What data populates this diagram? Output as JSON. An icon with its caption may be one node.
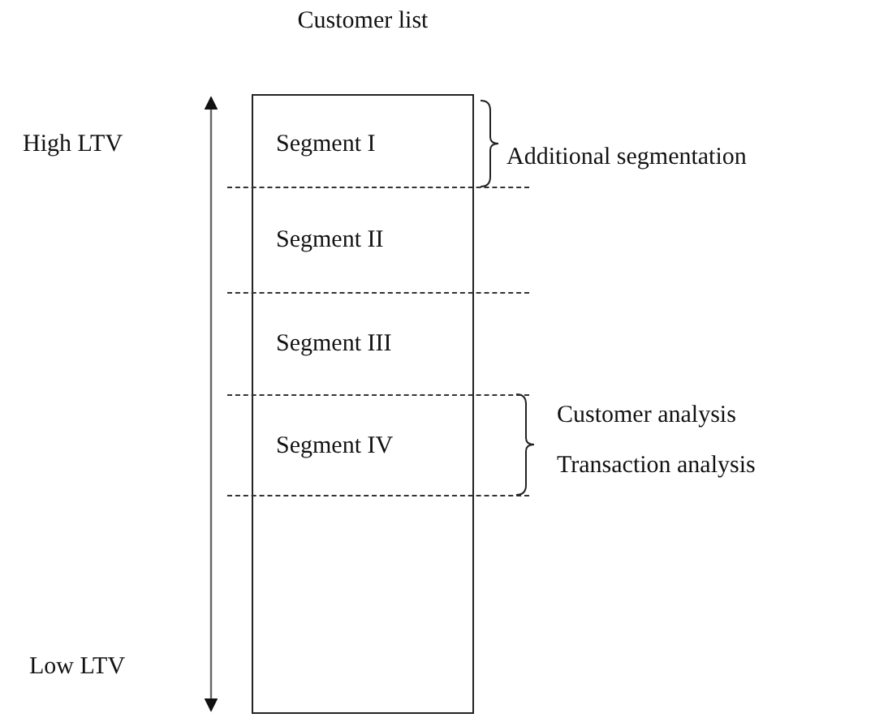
{
  "diagram": {
    "nodes": [
      {
        "text": [
          "Customer list"
        ]
      },
      {
        "text": [
          "Segment I"
        ],
        "in": 0
      },
      {
        "text": [
          "Segment II"
        ],
        "in": 0
      },
      {
        "text": [
          "Segment III"
        ],
        "in": 0
      },
      {
        "text": [
          "Segment IV"
        ],
        "in": 0
      }
    ],
    "labels": [
      "High LTV",
      "Additional segmentation",
      "Customer analysis",
      "Transaction analysis",
      "Low LTV"
    ]
  }
}
